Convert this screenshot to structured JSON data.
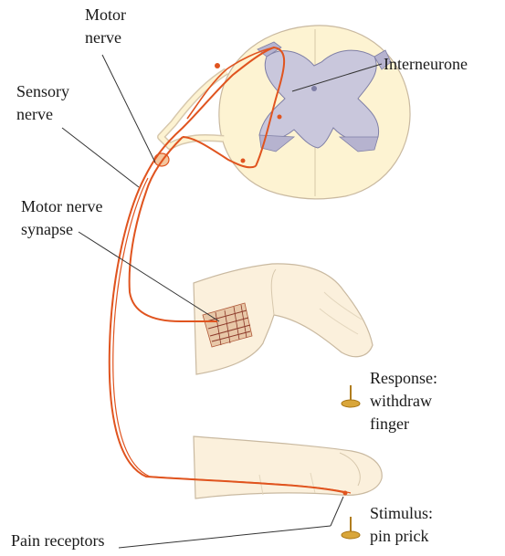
{
  "labels": {
    "motor_nerve": [
      "Motor",
      "nerve"
    ],
    "sensory_nerve": [
      "Sensory",
      "nerve"
    ],
    "interneurone": "Interneurone",
    "motor_nerve_synapse": [
      "Motor nerve",
      "synapse"
    ],
    "response": [
      "Response:",
      "withdraw",
      "finger"
    ],
    "stimulus": [
      "Stimulus:",
      "pin prick"
    ],
    "pain_receptors": "Pain receptors"
  },
  "colors": {
    "nerve": "#e0541f",
    "grey_matter": "#c9c7dc",
    "spinal_cord": "#fdf3d2",
    "skin": "#fbf0dc",
    "outline": "#c9b9a0",
    "pin": "#d9a63a",
    "leader": "#333333"
  },
  "icons": {
    "response_pin": "thumbtack-icon",
    "stimulus_pin": "thumbtack-icon"
  }
}
